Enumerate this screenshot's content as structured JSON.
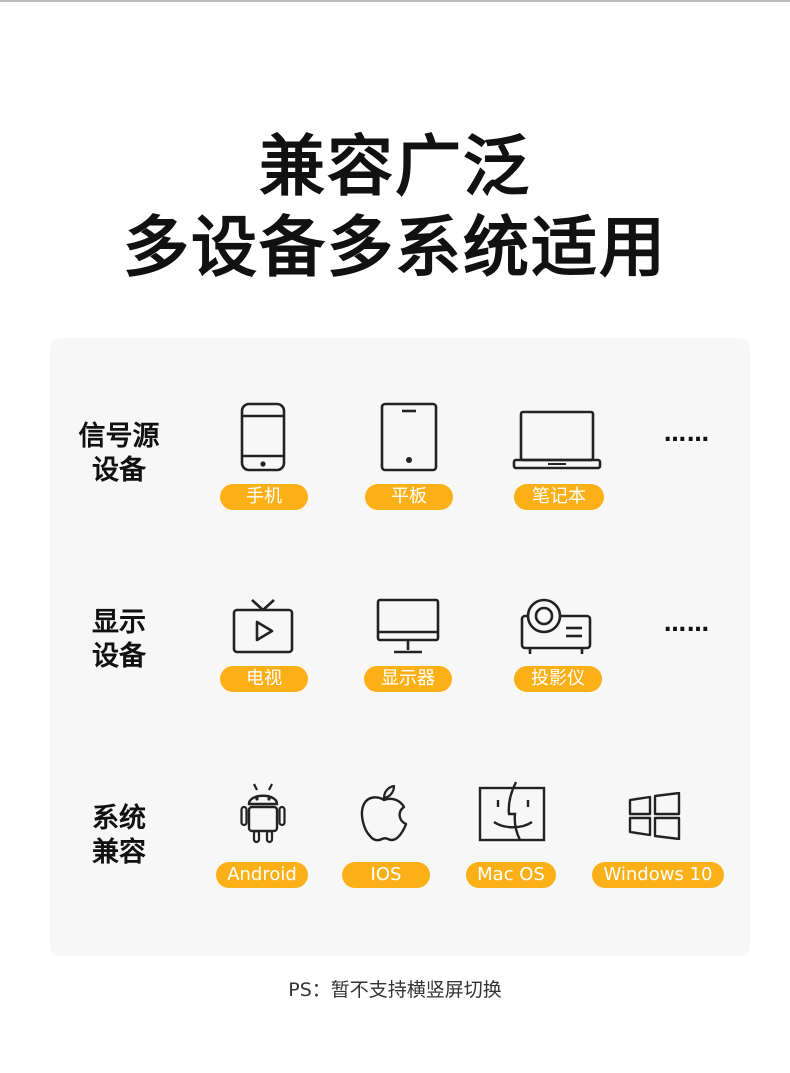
{
  "title": {
    "line1": "兼容广泛",
    "line2": "多设备多系统适用"
  },
  "rows": [
    {
      "label_line1": "信号源",
      "label_line2": "设备",
      "items": [
        {
          "label": "手机",
          "icon": "phone-icon"
        },
        {
          "label": "平板",
          "icon": "tablet-icon"
        },
        {
          "label": "笔记本",
          "icon": "laptop-icon"
        }
      ],
      "more": "……"
    },
    {
      "label_line1": "显示",
      "label_line2": "设备",
      "items": [
        {
          "label": "电视",
          "icon": "tv-icon"
        },
        {
          "label": "显示器",
          "icon": "monitor-icon"
        },
        {
          "label": "投影仪",
          "icon": "projector-icon"
        }
      ],
      "more": "……"
    },
    {
      "label_line1": "系统",
      "label_line2": "兼容",
      "items": [
        {
          "label": "Android",
          "icon": "android-icon"
        },
        {
          "label": "IOS",
          "icon": "apple-icon"
        },
        {
          "label": "Mac OS",
          "icon": "macos-finder-icon"
        },
        {
          "label": "Windows 10",
          "icon": "windows-icon"
        }
      ]
    }
  ],
  "note": "PS：暂不支持横竖屏切换",
  "colors": {
    "accent": "#fbb018",
    "panel": "#f7f7f7",
    "text": "#111111"
  }
}
